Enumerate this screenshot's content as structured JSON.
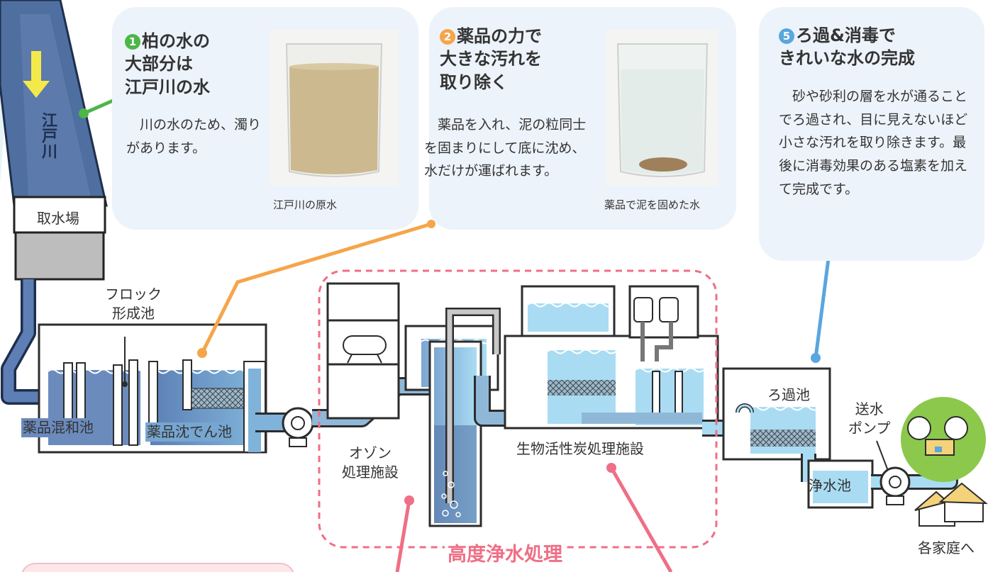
{
  "river": {
    "name": "江戸川"
  },
  "intake": {
    "label": "取水場"
  },
  "callouts": [
    {
      "number": "1",
      "number_color": "#4cb648",
      "title": "柏の水の\n大部分は\n江戸川の水",
      "text": "　川の水のため、濁りがあります。",
      "caption": "江戸川の原水"
    },
    {
      "number": "2",
      "number_color": "#f5a54a",
      "title": "薬品の力で\n大きな汚れを\n取り除く",
      "text": "　薬品を入れ、泥の粒同士を固まりにして底に沈め、水だけが運ばれます。",
      "caption": "薬品で泥を固めた水"
    },
    {
      "number": "5",
      "number_color": "#5aa6de",
      "title": "ろ過&消毒で\nきれいな水の完成",
      "text": "　砂や砂利の層を水が通ることでろ過され、目に見えないほど小さな汚れを取り除きます。最後に消毒効果のある塩素を加えて完成です。"
    }
  ],
  "facilities": {
    "floc": "フロック\n形成池",
    "chem_mix": "薬品混和池",
    "sedimentation": "薬品沈でん池",
    "ozone": "オゾン\n処理施設",
    "bac": "生物活性炭処理施設",
    "filter": "ろ過池",
    "pump": "送水\nポンプ",
    "clear_well": "浄水池",
    "homes": "各家庭へ"
  },
  "advanced_treatment": "高度浄水処理",
  "colors": {
    "river": "#4f6fa0",
    "raw_water": "#6b8bbd",
    "clean_water": "#a9dcf3",
    "pipe": "#8fb8d8",
    "green_line": "#4cb648",
    "orange_line": "#f5a54a",
    "blue_line": "#5aa6de",
    "pink": "#ef6f86",
    "bubble": "#edf3fa"
  }
}
